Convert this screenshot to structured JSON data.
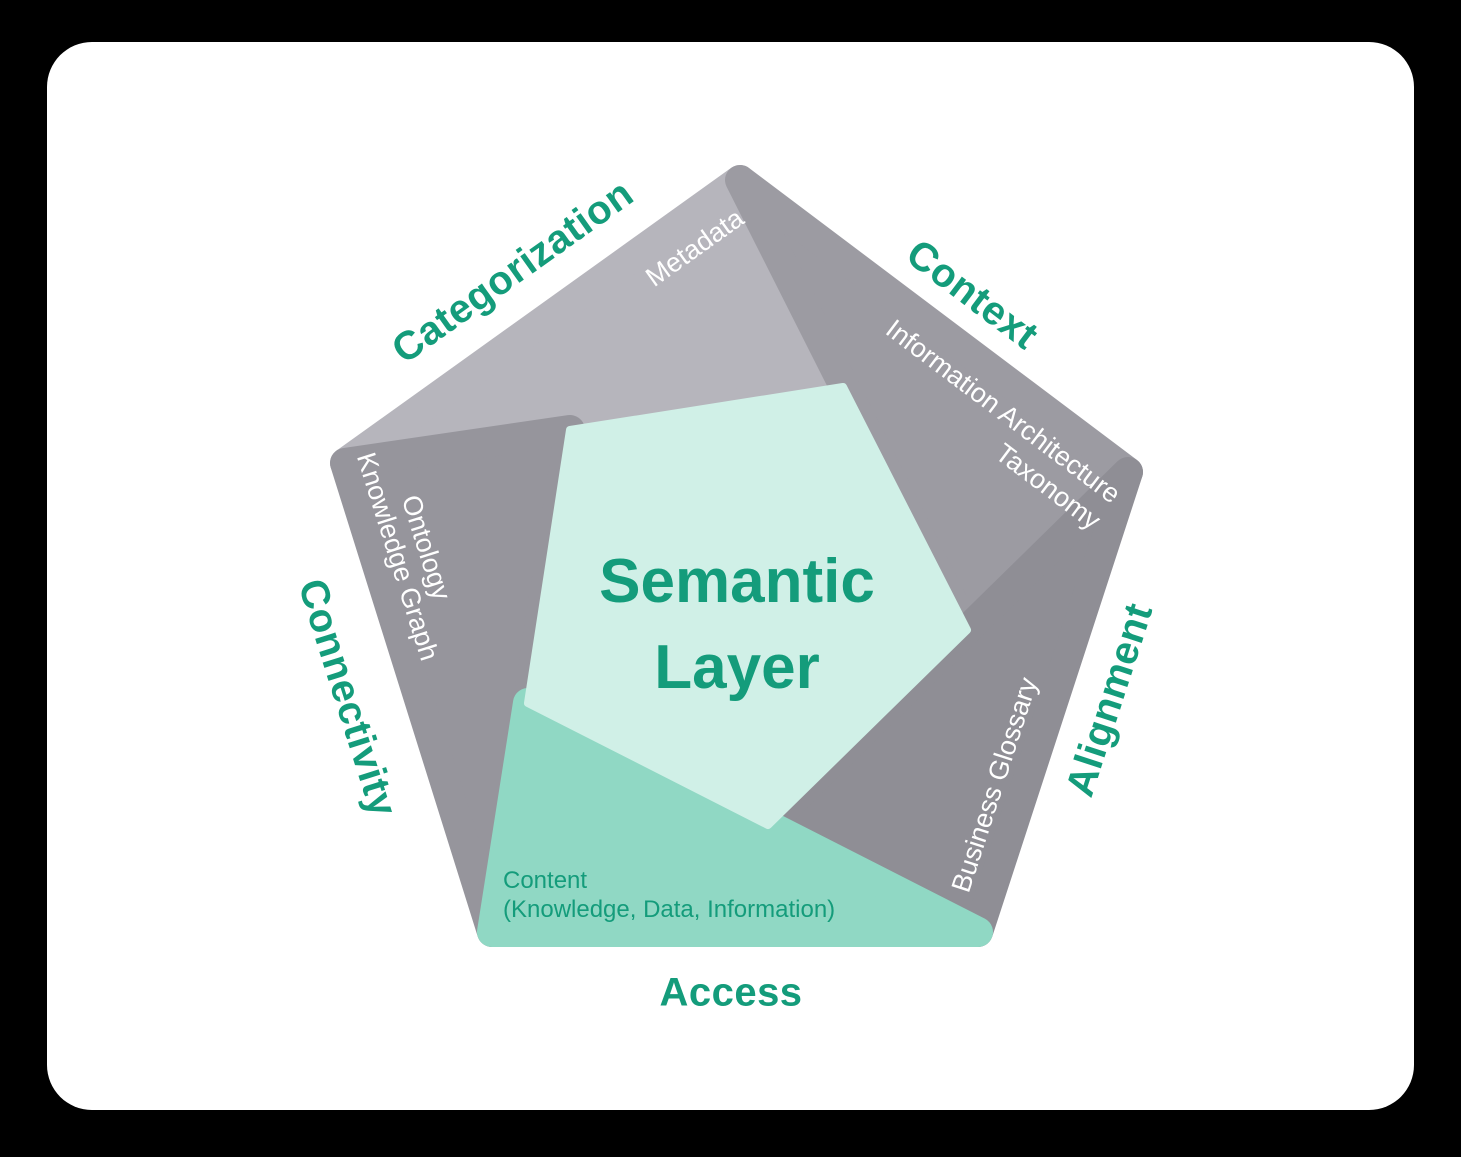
{
  "colors": {
    "page_bg": "#000000",
    "card_bg": "#ffffff",
    "accent_green": "#149C7B",
    "facet_text": "#ffffff",
    "segment_metadata": "#B6B5BC",
    "segment_info_architecture": "#9C9BA2",
    "segment_business_glossary": "#8F8E95",
    "segment_content": "#90D8C4",
    "segment_ontology": "#96959C",
    "center_pentagon": "#D0F0E7"
  },
  "center": {
    "line1": "Semantic",
    "line2": "Layer"
  },
  "labels": {
    "categorization": "Categorization",
    "context": "Context",
    "alignment": "Alignment",
    "access": "Access",
    "connectivity": "Connectivity"
  },
  "facets": {
    "metadata": "Metadata",
    "info_architecture_line1": "Information Architecture",
    "info_architecture_line2": "Taxonomy",
    "business_glossary": "Business Glossary",
    "content_line1": "Content",
    "content_line2": "(Knowledge, Data, Information)",
    "ontology_line1": "Ontology",
    "ontology_line2": "Knowledge Graph"
  }
}
